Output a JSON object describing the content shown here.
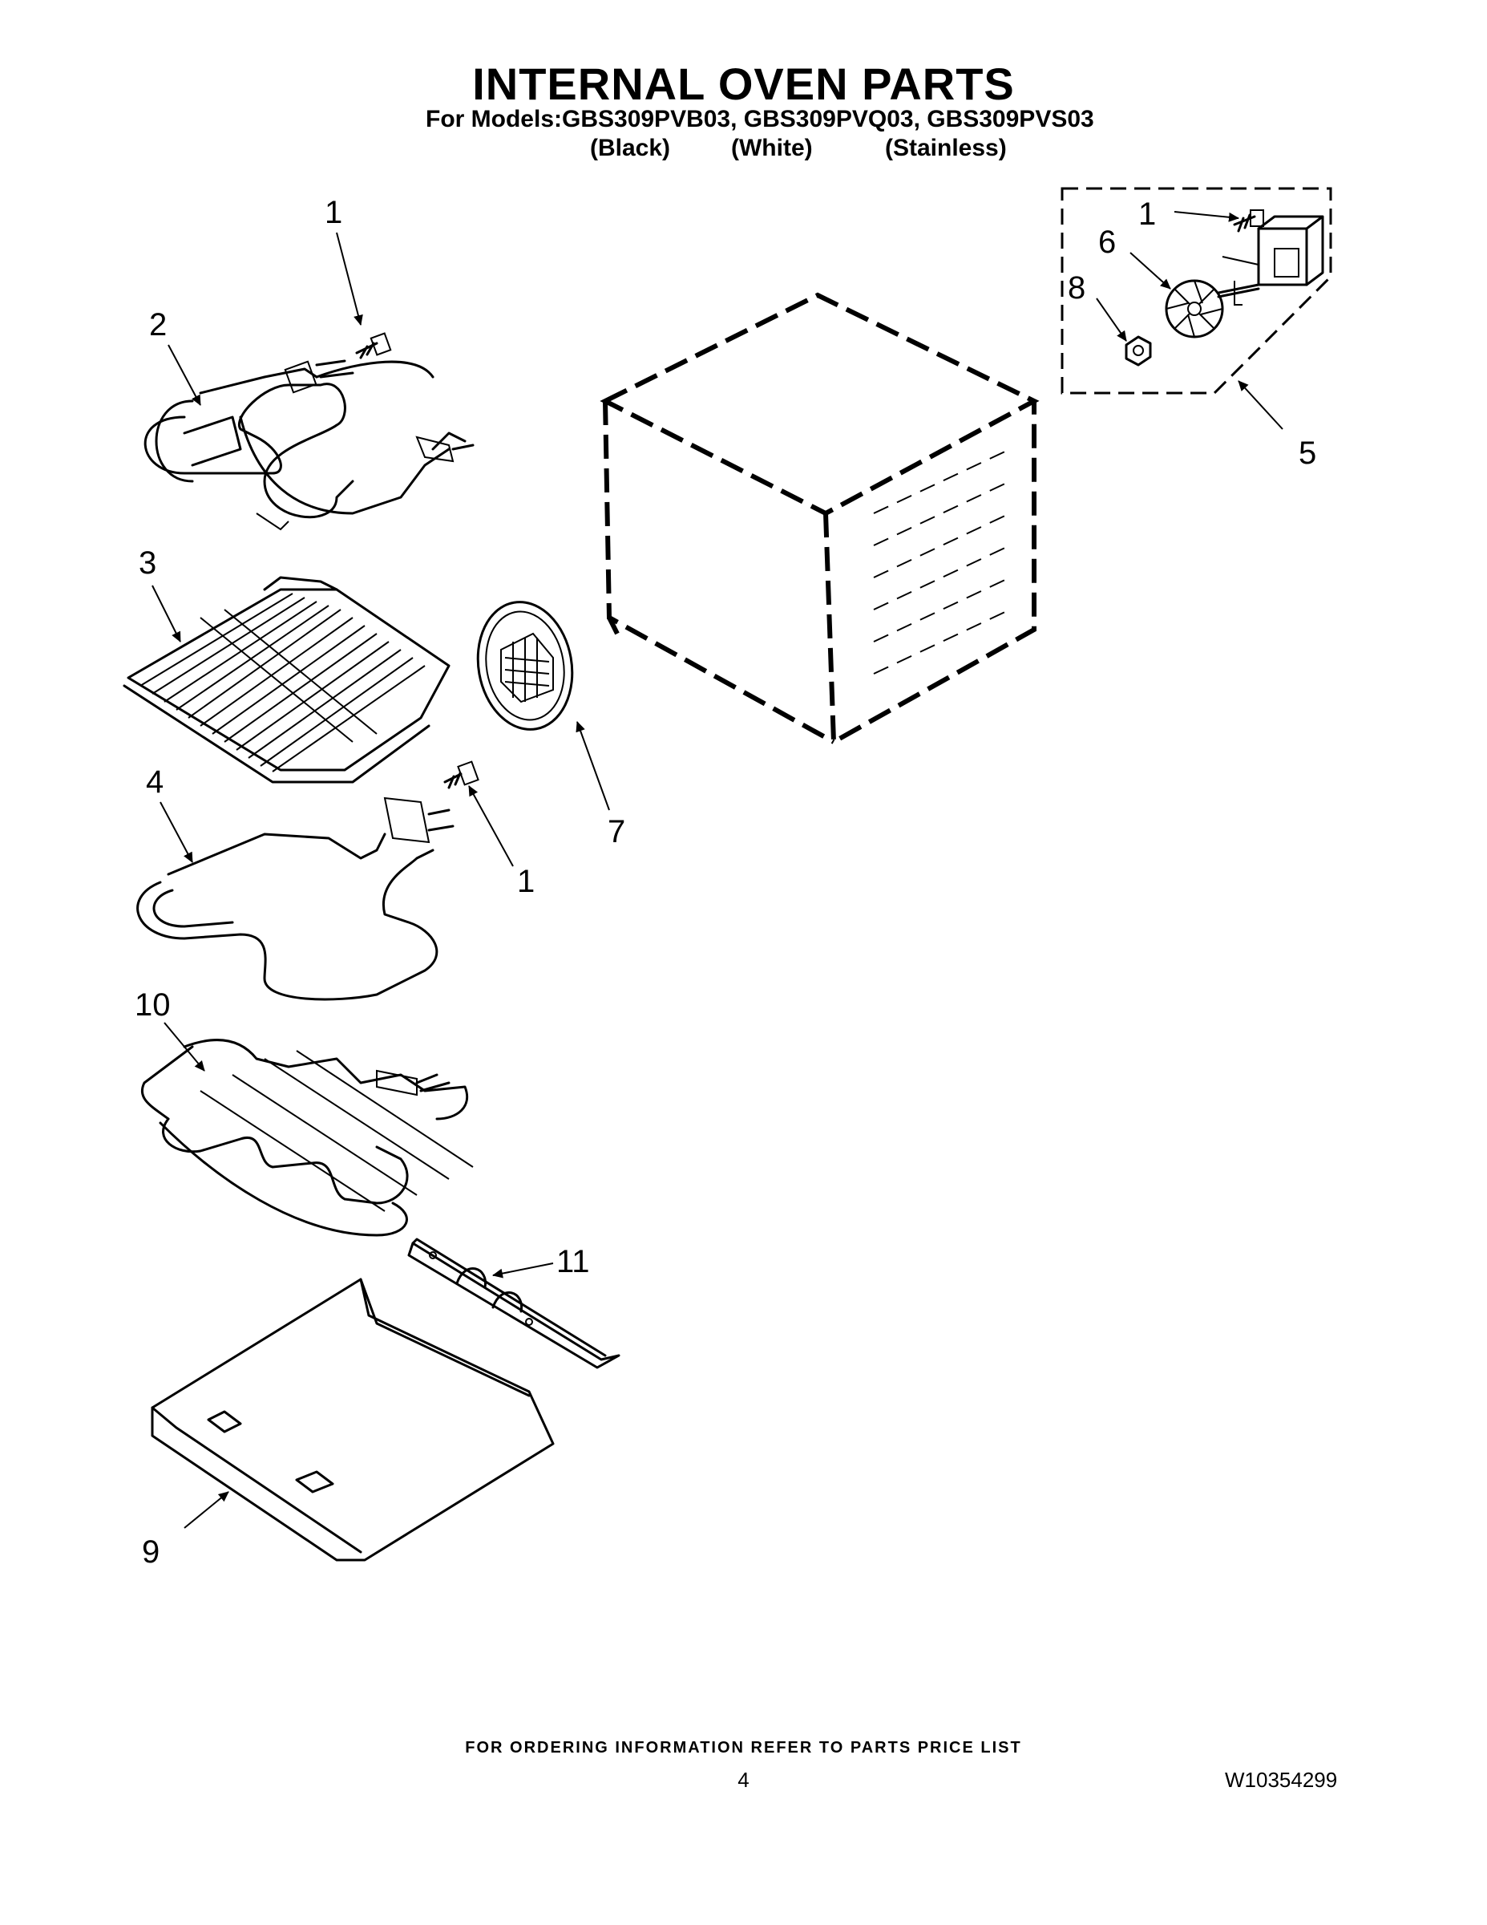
{
  "header": {
    "title": "INTERNAL OVEN PARTS",
    "models_line": "For Models:GBS309PVB03, GBS309PVQ03, GBS309PVS03",
    "variants": [
      "(Black)",
      "(White)",
      "(Stainless)"
    ]
  },
  "callouts": {
    "c1_top": "1",
    "c2": "2",
    "c3": "3",
    "c4": "4",
    "c1_mid": "1",
    "c7": "7",
    "c10": "10",
    "c11": "11",
    "c9": "9",
    "c1_box": "1",
    "c6": "6",
    "c8": "8",
    "c5": "5"
  },
  "footer": {
    "ordering_note": "FOR ORDERING INFORMATION REFER TO PARTS PRICE LIST",
    "page_number": "4",
    "document_number": "W10354299"
  }
}
